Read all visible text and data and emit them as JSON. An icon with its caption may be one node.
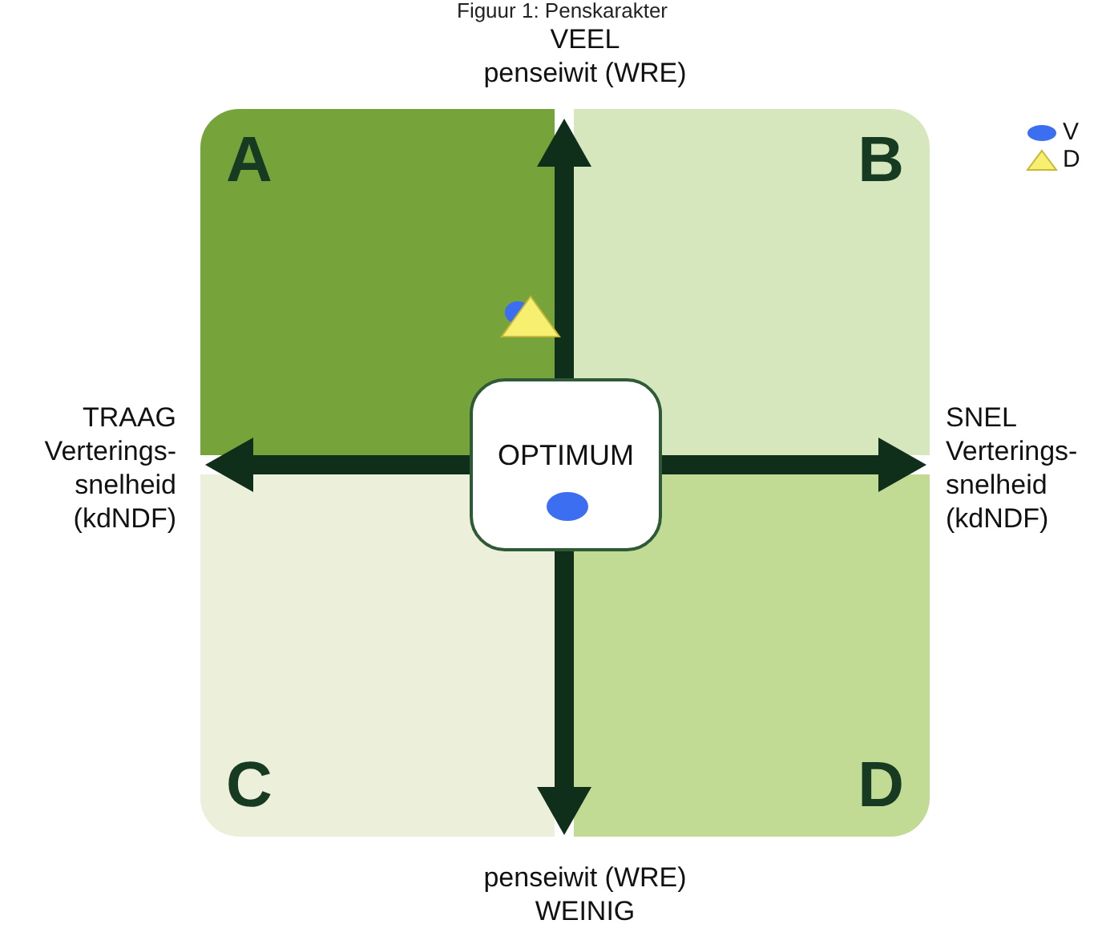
{
  "diagram": {
    "title": "Figuur 1: Penskarakter",
    "nodes": [
      {
        "text": [
          "A"
        ]
      },
      {
        "text": [
          "B"
        ]
      },
      {
        "text": [
          "C"
        ]
      },
      {
        "text": [
          "D"
        ]
      },
      {
        "text": [
          "OPTIMUM"
        ]
      },
      {
        "text": [
          "VEEL",
          "penseiwit (WRE)"
        ]
      },
      {
        "text": [
          "penseiwit (WRE)",
          "WEINIG"
        ]
      },
      {
        "text": [
          "TRAAG",
          "Verterings- snelheid (kdNDF)"
        ]
      },
      {
        "text": [
          "SNEL",
          "Verterings- snelheid (kdNDF)"
        ]
      }
    ],
    "edges": [
      {
        "from": 4,
        "to": 5,
        "arrow": "to"
      },
      {
        "from": 4,
        "to": 6,
        "arrow": "to"
      },
      {
        "from": 4,
        "to": 7,
        "arrow": "to"
      },
      {
        "from": 4,
        "to": 8,
        "arrow": "to"
      }
    ],
    "legend": [
      {
        "text": "V"
      },
      {
        "text": "D"
      }
    ]
  }
}
